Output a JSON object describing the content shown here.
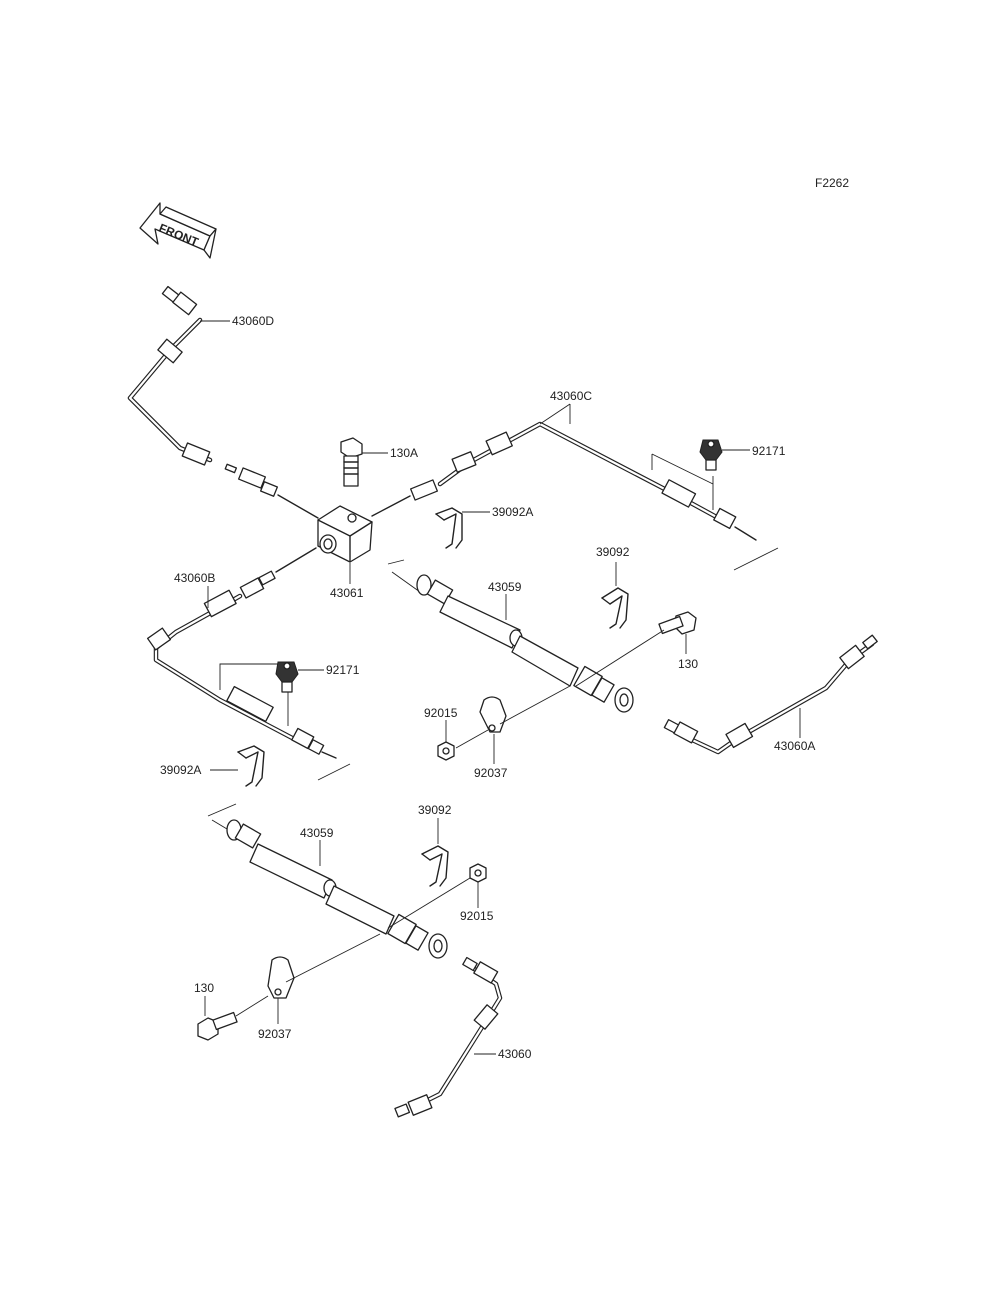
{
  "figure_code": "F2262",
  "front_label": "FRONT",
  "parts": {
    "hose_43060D": "43060D",
    "hose_43060C": "43060C",
    "hose_43060B": "43060B",
    "hose_43060A": "43060A",
    "hose_43060": "43060",
    "bolt_130A": "130A",
    "joint_43061": "43061",
    "clip_39092A_upper": "39092A",
    "clip_39092A_lower": "39092A",
    "clip_39092_upper": "39092",
    "clip_39092_lower": "39092",
    "sensor_92171_right": "92171",
    "sensor_92171_left": "92171",
    "hose_43059_upper": "43059",
    "hose_43059_lower": "43059",
    "bolt_130_upper": "130",
    "bolt_130_lower": "130",
    "nut_92015_upper": "92015",
    "nut_92015_lower": "92015",
    "clamp_92037_upper": "92037",
    "clamp_92037_lower": "92037"
  }
}
